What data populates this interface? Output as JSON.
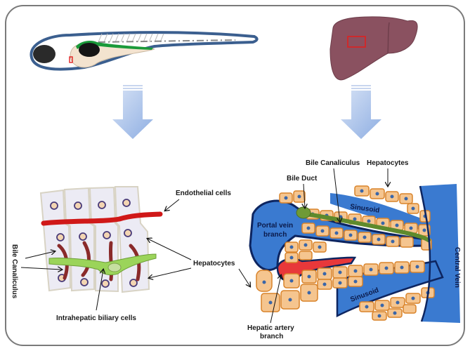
{
  "panels": {
    "top_left": {
      "subject": "zebrafish larva",
      "highlight": "liver region box"
    },
    "top_right": {
      "subject": "human liver",
      "highlight": "liver region box"
    }
  },
  "zebrafish_labels": {
    "endothelial": "Endothelial cells",
    "hepatocytes": "Hepatocytes",
    "bile_canaliculus": "Bile Canaliculus",
    "biliary": "Intrahepatic biliary cells"
  },
  "mammal_labels": {
    "bile_canaliculus": "Bile Canaliculus",
    "hepatocytes": "Hepatocytes",
    "bile_duct": "Bile Duct",
    "sinusoid_top": "Sinusoid",
    "sinusoid_bottom": "Sinusoid",
    "portal_vein_1": "Portal vein",
    "portal_vein_2": "branch",
    "central_vein": "Central Vein",
    "hepatic_artery_1": "Hepatic artery",
    "hepatic_artery_2": "branch"
  },
  "colors": {
    "fish_outline": "#3b5f8f",
    "liver": "#8a5160",
    "highlight_box": "#e02020",
    "arrow": "#a9bfe6",
    "hepatocyte": "#f5c58f",
    "hepatocyte_edge": "#d9832a",
    "nucleus": "#3a66a8",
    "vessel_blue": "#3a7ad0",
    "vessel_edge": "#0d2560",
    "bile_green": "#6f9a36",
    "artery_red": "#e8383a",
    "endothelial_red": "#d01818",
    "canaliculus_brown": "#8a2a2a",
    "biliary_green": "#9bd45a",
    "fish_cell": "#ecebf4"
  }
}
